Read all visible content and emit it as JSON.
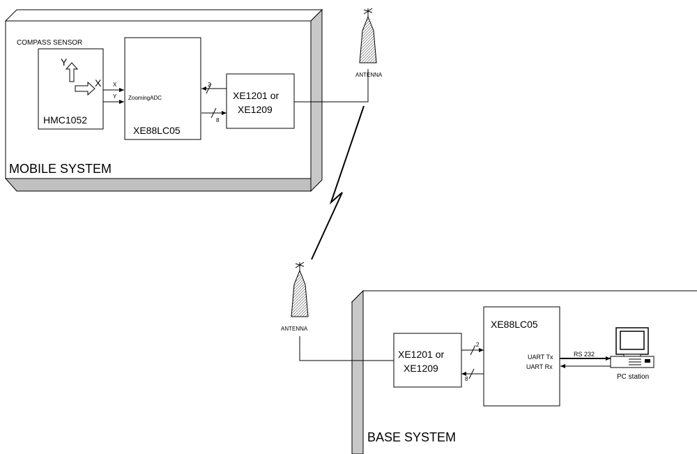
{
  "mobile_system": {
    "title": "MOBILE SYSTEM",
    "compass_sensor_label": "COMPASS SENSOR",
    "axis_y": "Y",
    "axis_x": "X",
    "sensor_chip": "HMC1052",
    "mcu_block": "XE88LC05",
    "adc_label": "ZoomingADC",
    "signal_x": "X",
    "signal_y": "Y",
    "bus_a": "2",
    "bus_b": "8",
    "transceiver_line1": "XE1201 or",
    "transceiver_line2": "XE1209",
    "antenna_label": "ANTENNA"
  },
  "base_system": {
    "title": "BASE SYSTEM",
    "antenna_label": "ANTENNA",
    "transceiver_line1": "XE1201 or",
    "transceiver_line2": "XE1209",
    "bus_a": "2",
    "bus_b": "8",
    "mcu_block": "XE88LC05",
    "uart_tx": "UART Tx",
    "uart_rx": "UART Rx",
    "rs232_label": "RS 232",
    "pc_label": "PC station"
  }
}
